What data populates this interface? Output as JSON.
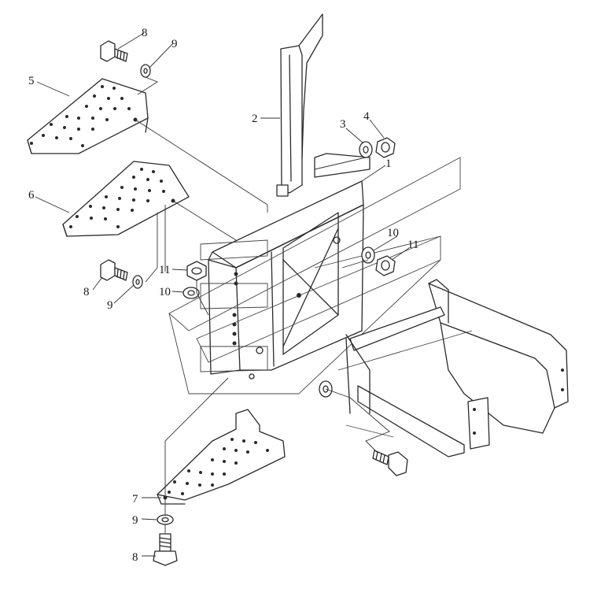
{
  "callouts": [
    {
      "id": "c8a",
      "label": "8"
    },
    {
      "id": "c9a",
      "label": "9"
    },
    {
      "id": "c5",
      "label": "5"
    },
    {
      "id": "c2",
      "label": "2"
    },
    {
      "id": "c3",
      "label": "3"
    },
    {
      "id": "c4",
      "label": "4"
    },
    {
      "id": "c1",
      "label": "1"
    },
    {
      "id": "c6",
      "label": "6"
    },
    {
      "id": "c10a",
      "label": "10"
    },
    {
      "id": "c11a",
      "label": "11"
    },
    {
      "id": "c11b",
      "label": "11"
    },
    {
      "id": "c10b",
      "label": "10"
    },
    {
      "id": "c8b",
      "label": "8"
    },
    {
      "id": "c9b",
      "label": "9"
    },
    {
      "id": "c7",
      "label": "7"
    },
    {
      "id": "c9c",
      "label": "9"
    },
    {
      "id": "c8c",
      "label": "8"
    }
  ]
}
